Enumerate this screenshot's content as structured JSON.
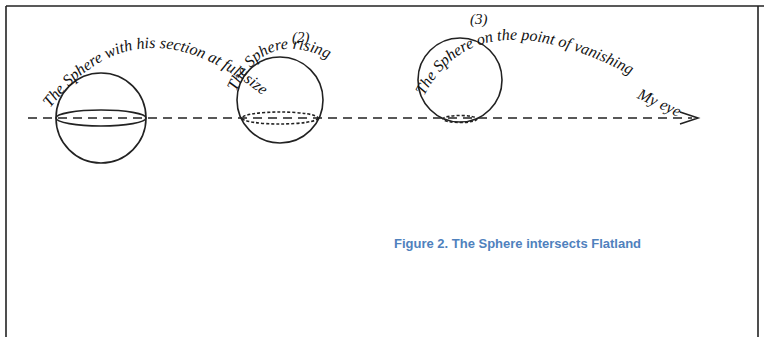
{
  "diagram": {
    "caption": "Figure 2. The Sphere intersects Flatland",
    "labels": [
      "The Sphere with his section at full size",
      "(2)",
      "The Sphere rising",
      "(3)",
      "The Sphere on the point of vanishing",
      "My eye"
    ]
  }
}
